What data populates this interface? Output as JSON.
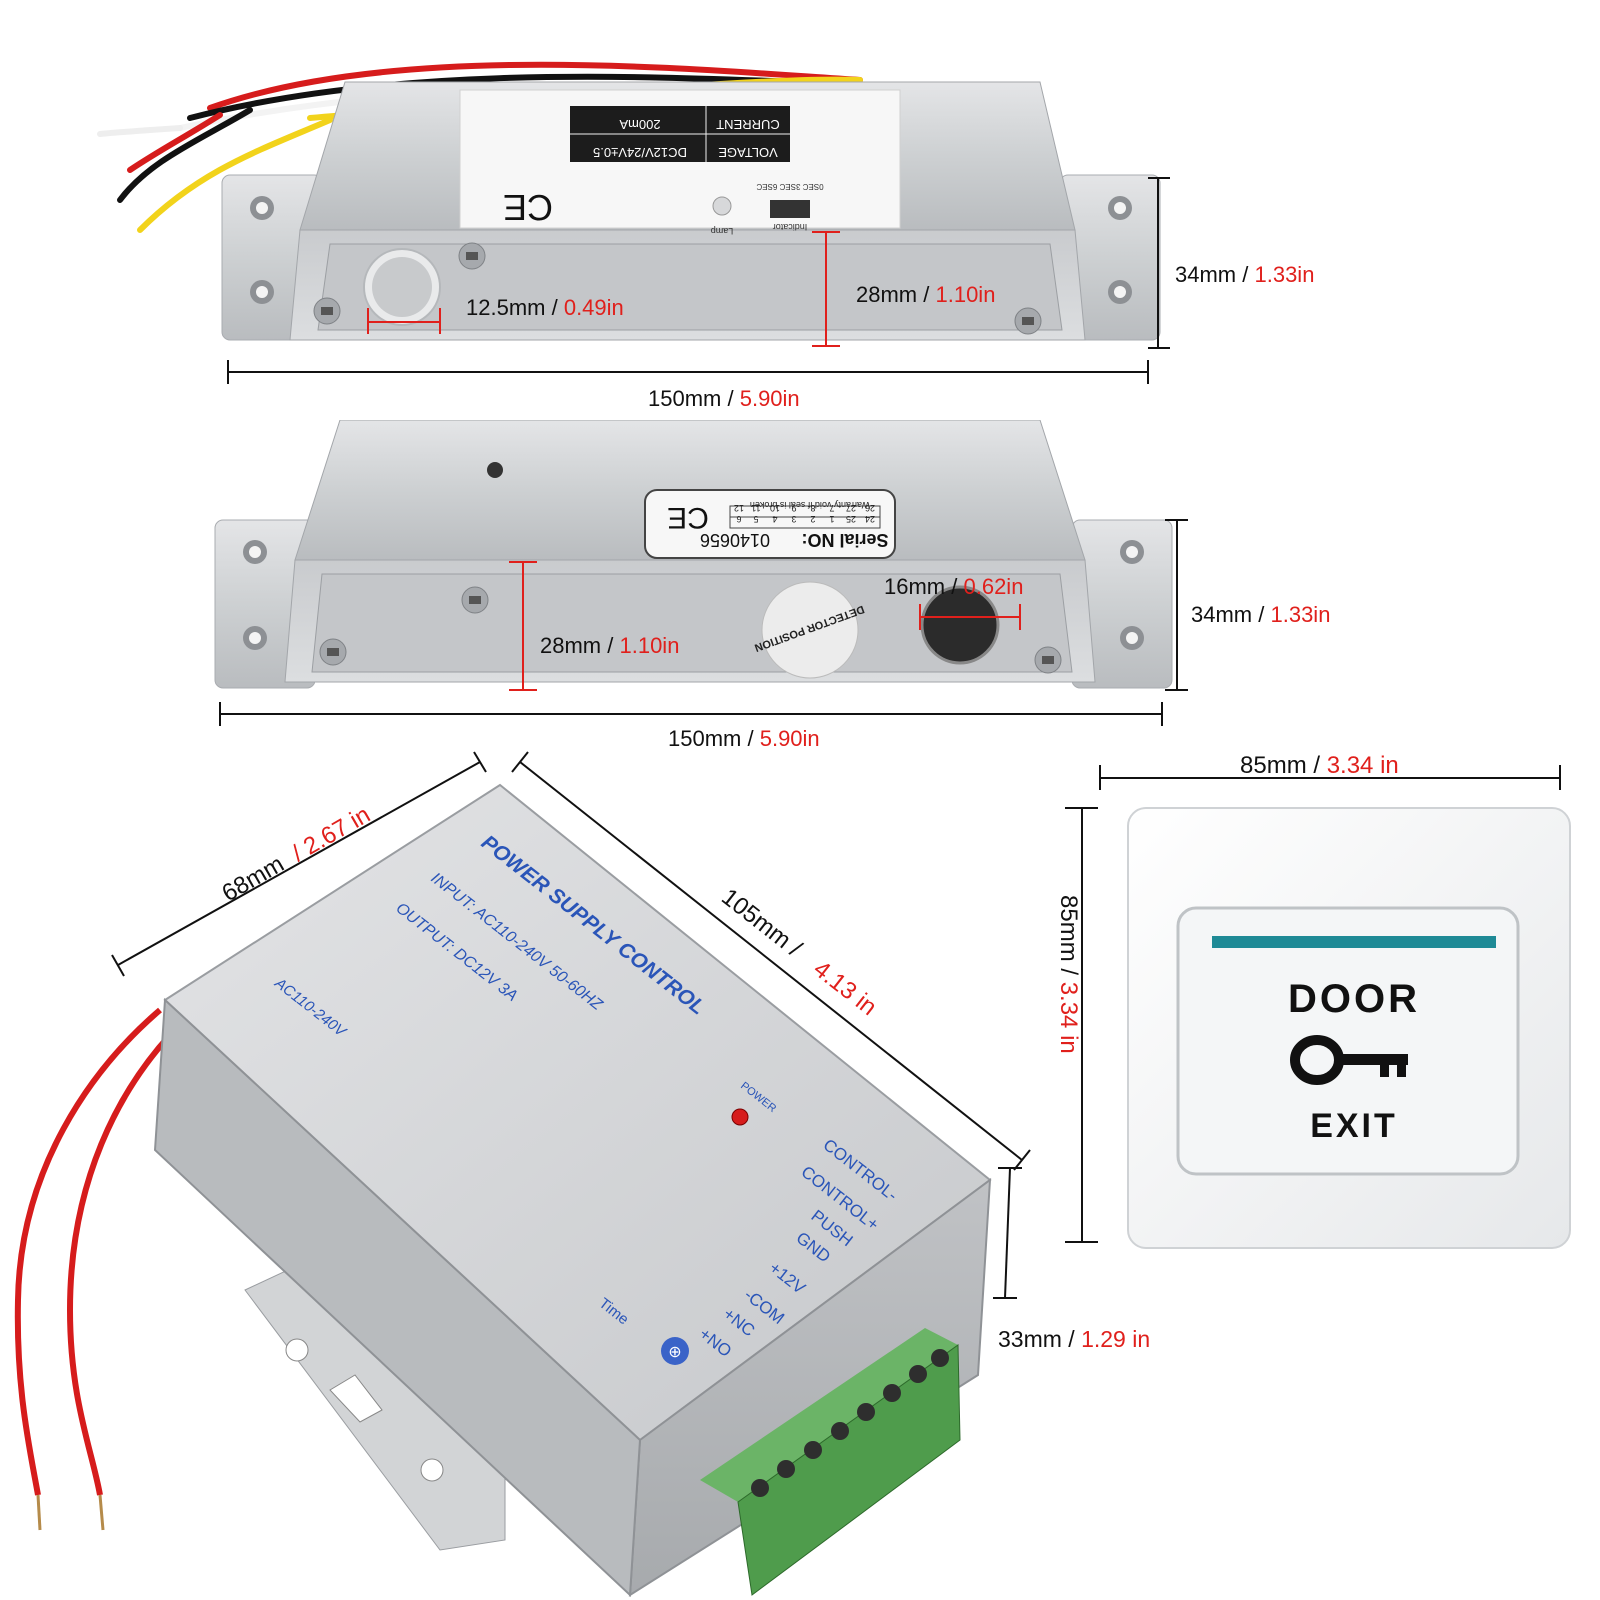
{
  "lock_top": {
    "label_current": "CURRENT",
    "label_voltage": "VOLTAGE",
    "current_value": "200mA",
    "voltage_value": "DC12V/24V±0.5",
    "ce_mark": "CE",
    "lamp_label": "Lamp",
    "indicator_label": "Indicator",
    "timer_options": "0SEC 3SEC 6SEC",
    "button_dim_mm": "12.5mm /",
    "button_dim_in": "0.49in",
    "height_dim_mm": "28mm /",
    "height_dim_in": "1.10in",
    "depth_dim_mm": "34mm /",
    "depth_dim_in": "1.33in",
    "length_dim_mm": "150mm /",
    "length_dim_in": "5.90in"
  },
  "lock_bottom": {
    "serial_label": "Serial NO:",
    "serial_number": "0140656",
    "warranty_text": "Warranty void if seal is broken",
    "ce_mark": "CE",
    "grid_row1": [
      "24",
      "25",
      "1",
      "2",
      "3",
      "4",
      "5",
      "6"
    ],
    "grid_row2": [
      "26",
      "27",
      "7",
      "8",
      "9",
      "10",
      "11",
      "12"
    ],
    "detector_text": "DETECTOR POSITION",
    "hole_dim_mm": "16mm /",
    "hole_dim_in": "0.62in",
    "height_dim_mm": "28mm /",
    "height_dim_in": "1.10in",
    "depth_dim_mm": "34mm /",
    "depth_dim_in": "1.33in",
    "length_dim_mm": "150mm /",
    "length_dim_in": "5.90in"
  },
  "power_supply": {
    "title": "POWER SUPPLY CONTROL",
    "input_text": "INPUT: AC110-240V 50-60HZ",
    "output_text": "OUTPUT: DC12V 3A",
    "ac_label": "AC110-240V",
    "power_label": "POWER",
    "time_label": "Time",
    "terminals": [
      "CONTROL-",
      "CONTROL+",
      "PUSH",
      "GND",
      "+12V",
      "-COM",
      "+NC",
      "+NO"
    ],
    "width_dim_mm": "68mm",
    "width_dim_in": "/ 2.67 in",
    "length_dim_mm": "105mm /",
    "length_dim_in": "4.13 in",
    "height_dim_mm": "33mm /",
    "height_dim_in": "1.29 in"
  },
  "exit_button": {
    "top_text": "DOOR",
    "bottom_text": "EXIT",
    "width_dim_mm": "85mm /",
    "width_dim_in": "3.34 in",
    "height_dim_mm": "85mm /",
    "height_dim_in": "3.34 in"
  },
  "colors": {
    "metal": "#cfd1d3",
    "dim_red": "#e0201c",
    "label_blue": "#2a55b8",
    "terminal_green": "#5fa85c"
  }
}
